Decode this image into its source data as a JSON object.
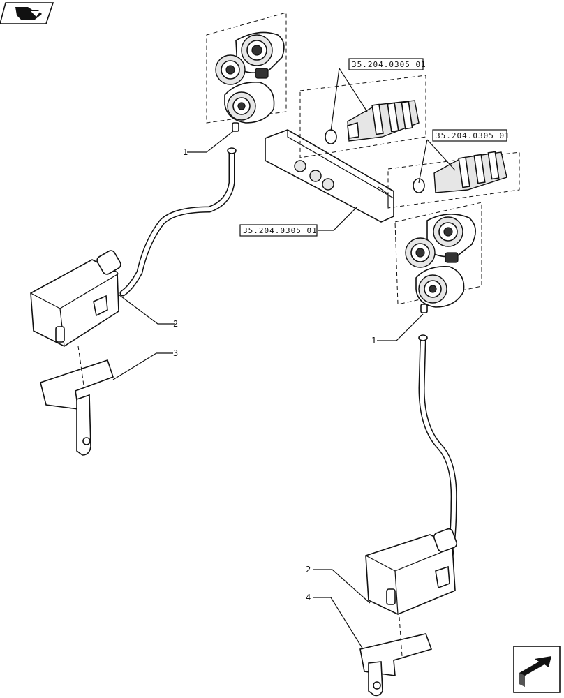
{
  "callouts": {
    "item1_left": "1",
    "item1_right": "1",
    "item2_left": "2",
    "item2_right": "2",
    "item3": "3",
    "item4": "4"
  },
  "references": {
    "ref_top": "35.204.0305 01",
    "ref_middle_right": "35.204.0305 01",
    "ref_block": "35.204.0305 01"
  },
  "icons": {
    "top_left": "book-view-icon",
    "bottom_right": "next-page-arrow-icon"
  }
}
